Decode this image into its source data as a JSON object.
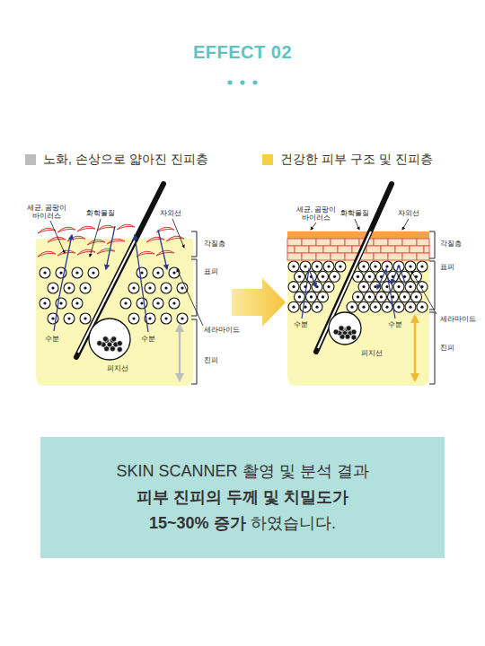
{
  "diagram": {
    "title": "EFFECT 02",
    "nodes": [
      {
        "text": [
          "SKIN SCANNER 촬영 및 분석 결과",
          "피부 진피의 두께 및 치밀도가",
          "15~30% 증가",
          "하였습니다."
        ]
      }
    ],
    "labels": [
      "세균, 곰팡이 바이러스",
      "화학물질",
      "자외선",
      "각질층",
      "표피",
      "세라마이드",
      "진피",
      "수분",
      "수분",
      "피지선",
      "세균, 곰팡이 바이러스",
      "화학물질",
      "자외선",
      "각질층",
      "표피",
      "세라마이드",
      "진피",
      "수분",
      "수분",
      "피지선"
    ],
    "legend": [
      {
        "text": "노화, 손상으로 얇아진 진피층",
        "color": "#bdbdbd"
      },
      {
        "text": "건강한 피부 구조 및 진피층",
        "color": "#f5cf4a"
      }
    ]
  }
}
